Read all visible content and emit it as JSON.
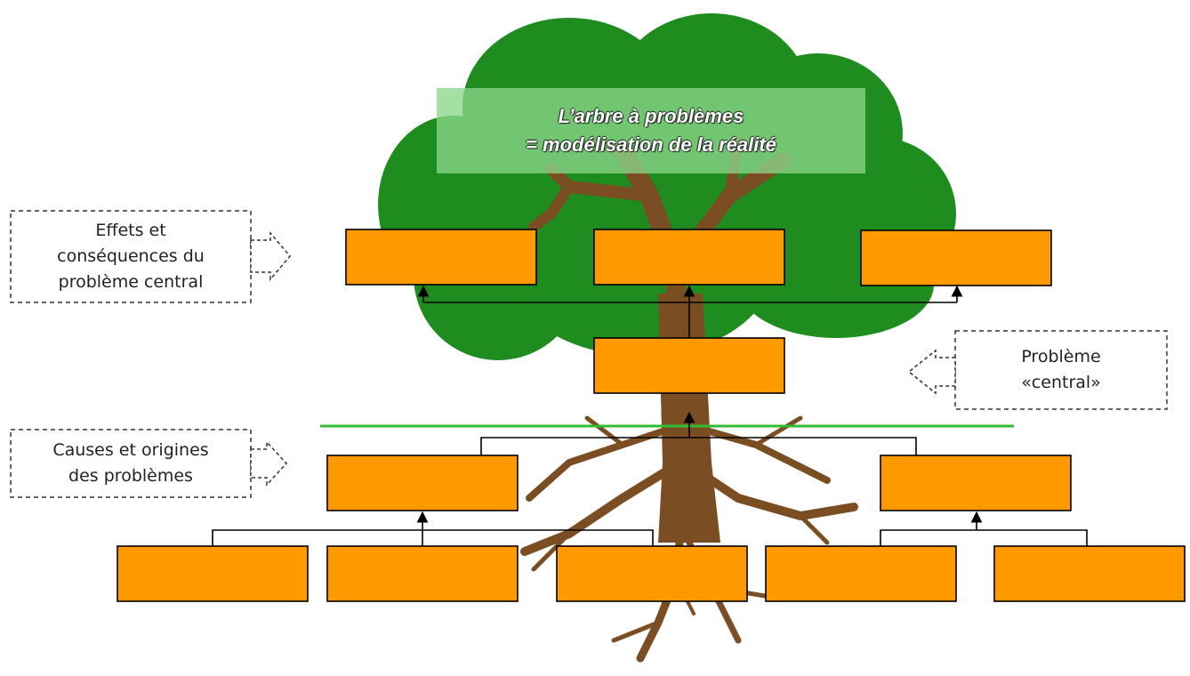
{
  "title": {
    "line1": "L’arbre à problèmes",
    "line2": "= modélisation de la réalité"
  },
  "labels": {
    "effects": [
      "Effets et",
      "conséquences du",
      "problème central"
    ],
    "central": [
      "Problème",
      "«central»"
    ],
    "causes": [
      "Causes et origines",
      "des problèmes"
    ]
  },
  "colors": {
    "box_fill": "#FF9900",
    "foliage": "#1E8C1E",
    "trunk": "#7A4E22",
    "ground_line": "#33BB33",
    "title_bg": "#8AD68A"
  }
}
